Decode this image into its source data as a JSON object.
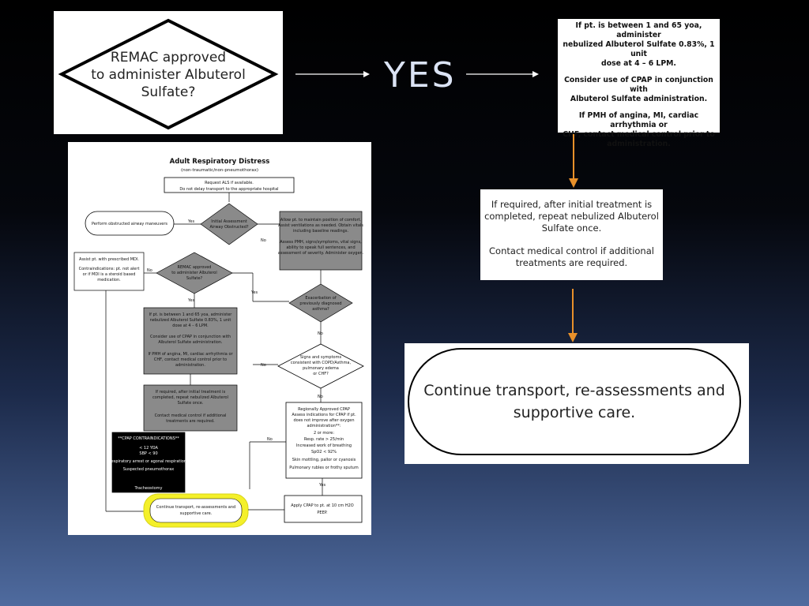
{
  "top_decision": {
    "line1": "REMAC approved",
    "line2": "to administer Albuterol",
    "line3": "Sulfate?"
  },
  "yes_label": "YES",
  "dose_box": {
    "p1_l1": "If pt. is between 1 and 65 yoa, administer",
    "p1_l2": "nebulized Albuterol Sulfate 0.83%, 1 unit",
    "p1_l3": "dose at 4 – 6 LPM.",
    "p2_l1": "Consider use of CPAP in conjunction with",
    "p2_l2": "Albuterol Sulfate administration.",
    "p3_l1": "If PMH of angina, MI, cardiac arrhythmia or",
    "p3_l2": "CHF, contact medical control prior to",
    "p3_l3": "administration."
  },
  "repeat_box": {
    "p1_l1": "If required, after initial treatment is",
    "p1_l2": "completed, repeat nebulized Albuterol",
    "p1_l3": "Sulfate once.",
    "p2_l1": "Contact medical control if additional",
    "p2_l2": "treatments are required."
  },
  "terminal": {
    "line1": "Continue transport, re-assessments and",
    "line2": "supportive care."
  },
  "thumbnail": {
    "title": "Adult Respiratory Distress",
    "subtitle": "(non-traumatic/non-pneumothorax)",
    "request_l1": "Request ALS if available.",
    "request_l2": "Do not delay transport to the appropriate hospital",
    "return_airway": "Perform obstructed airway maneuvers",
    "yes": "Yes",
    "no": "No",
    "initial_assessment_l1": "Initial Assessment",
    "initial_assessment_l2": "Airway Obstructed?",
    "gray_right_l1": "Allow pt. to maintain position of comfort.",
    "gray_right_l2": "Assist ventilations as needed. Obtain vitals",
    "gray_right_l3": "including baseline readings.",
    "gray_right_l4": "Assess PMH, signs/symptoms, vital signs,",
    "gray_right_l5": "ability to speak full sentences, and",
    "gray_right_l6": "assessment of severity. Administer oxygen.",
    "assist_l1": "Assist pt. with prescribed MDI.",
    "assist_l2": "Contraindications: pt. not alert",
    "assist_l3": "or if MDI is a steroid based",
    "assist_l4": "medication.",
    "remac_l1": "REMAC approved",
    "remac_l2": "to administer Albuterol",
    "remac_l3": "Sulfate?",
    "exacerbation_l1": "Exacerbation of",
    "exacerbation_l2": "previously diagnosed",
    "exacerbation_l3": "asthma?",
    "dose_l1": "If pt. is between 1 and 65 yoa, administer",
    "dose_l2": "nebulized Albuterol Sulfate 0.83%, 1 unit",
    "dose_l3": "dose at 4 – 6 LPM.",
    "dose_l4": "Consider use of CPAP in conjunction with",
    "dose_l5": "Albuterol Sulfate administration.",
    "dose_l6": "If PMH of angina, MI, cardiac arrhythmia or",
    "dose_l7": "CHF, contact medical control prior to",
    "dose_l8": "administration.",
    "signs_l1": "Signs and symptoms",
    "signs_l2": "consistent with COPD/Asthma,",
    "signs_l3": "pulmonary edema",
    "signs_l4": "or CHF?",
    "repeat_l1": "If required, after initial treatment is",
    "repeat_l2": "completed, repeat nebulized Albuterol",
    "repeat_l3": "Sulfate once.",
    "repeat_l4": "Contact medical control if additional",
    "repeat_l5": "treatments are required.",
    "cpap_title": "**CPAP CONTRAINDICATIONS**",
    "cpap_l1": "< 12 YOA",
    "cpap_l2": "SBP < 90",
    "cpap_l3": "Respiratory arrest or agonal respirations",
    "cpap_l4": "Suspected pneumothorax",
    "cpap_l5": "Tracheostomy",
    "reg_l1": "Regionally Approved CPAP",
    "reg_l2": "Assess indications for CPAP if pt.",
    "reg_l3": "does not improve after oxygen",
    "reg_l4": "administration**:",
    "reg_l5": "2 or more:",
    "reg_l6": "Resp. rate > 25/min",
    "reg_l7": "Increased work of breathing",
    "reg_l8": "SpO2 < 92%",
    "reg_l9": "Skin mottling, pallor or cyanosis",
    "reg_l10": "Pulmonary rubles or frothy sputum",
    "continue_l1": "Continue transport, re-assessments and",
    "continue_l2": "supportive care.",
    "apply_l1": "Apply CPAP to pt. at 10 cm H2O",
    "apply_l2": "PEEP."
  }
}
